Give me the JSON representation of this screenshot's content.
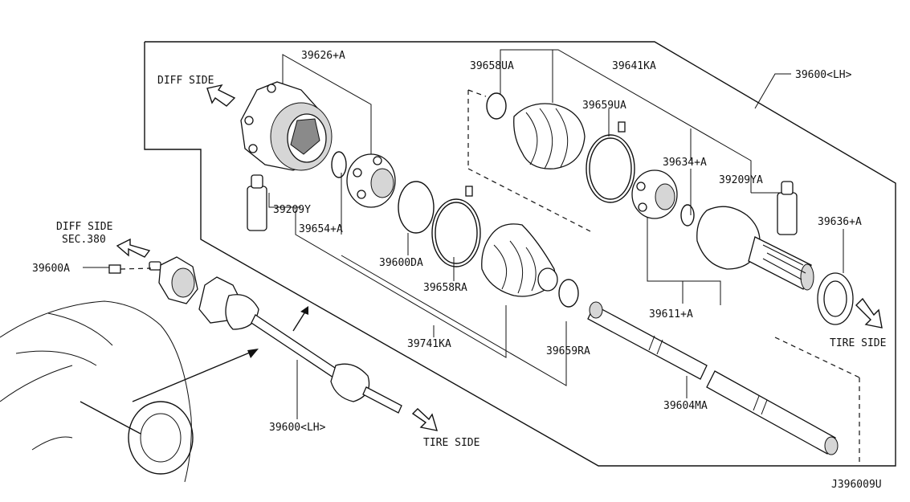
{
  "labels": {
    "p39626a": "39626+A",
    "p39658ua": "39658UA",
    "p39641ka": "39641KA",
    "p39600lh_top": "39600<LH>",
    "p39659ua": "39659UA",
    "p39634a": "39634+A",
    "p39209ya": "39209YA",
    "p39209y": "39209Y",
    "p39654a": "39654+A",
    "p39600da": "39600DA",
    "p39636a": "39636+A",
    "p39658ra": "39658RA",
    "p39611a": "39611+A",
    "p39741ka": "39741KA",
    "p39659ra": "39659RA",
    "p39604ma": "39604MA",
    "p39600a": "39600A",
    "p39600lh_bottom": "39600<LH>"
  },
  "directions": {
    "diff_side_top": "DIFF SIDE",
    "diff_side_left": "DIFF SIDE",
    "sec_ref": "SEC.380",
    "tire_side_right": "TIRE SIDE",
    "tire_side_bottom": "TIRE SIDE"
  },
  "diagram_code": "J396009U"
}
